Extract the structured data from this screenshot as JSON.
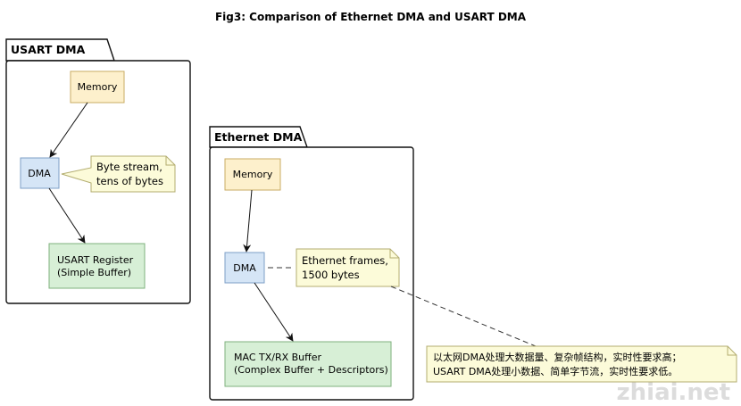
{
  "title": "Fig3: Comparison of Ethernet DMA and USART DMA",
  "usart": {
    "package_label": "USART DMA",
    "memory_label": "Memory",
    "dma_label": "DMA",
    "target_lines": [
      "USART Register",
      "(Simple Buffer)"
    ],
    "note_lines": [
      "Byte stream,",
      "tens of bytes"
    ]
  },
  "ethernet": {
    "package_label": "Ethernet DMA",
    "memory_label": "Memory",
    "dma_label": "DMA",
    "target_lines": [
      "MAC TX/RX Buffer",
      "(Complex Buffer + Descriptors)"
    ],
    "note_lines": [
      "Ethernet frames,",
      "1500 bytes"
    ]
  },
  "summary_note": {
    "lines": [
      "以太网DMA处理大数据量、复杂帧结构，实时性要求高；",
      "USART DMA处理小数据、简单字节流，实时性要求低。"
    ]
  },
  "watermark": "zhiai.net",
  "colors": {
    "memory_fill": "#fdf0cc",
    "memory_stroke": "#c9ab63",
    "dma_fill": "#d5e5f6",
    "dma_stroke": "#7d9fc7",
    "target_fill": "#d7efd6",
    "target_stroke": "#7fb07d",
    "note_fill": "#fcfbd9",
    "note_stroke": "#b3ad70",
    "package_stroke": "#111111"
  }
}
